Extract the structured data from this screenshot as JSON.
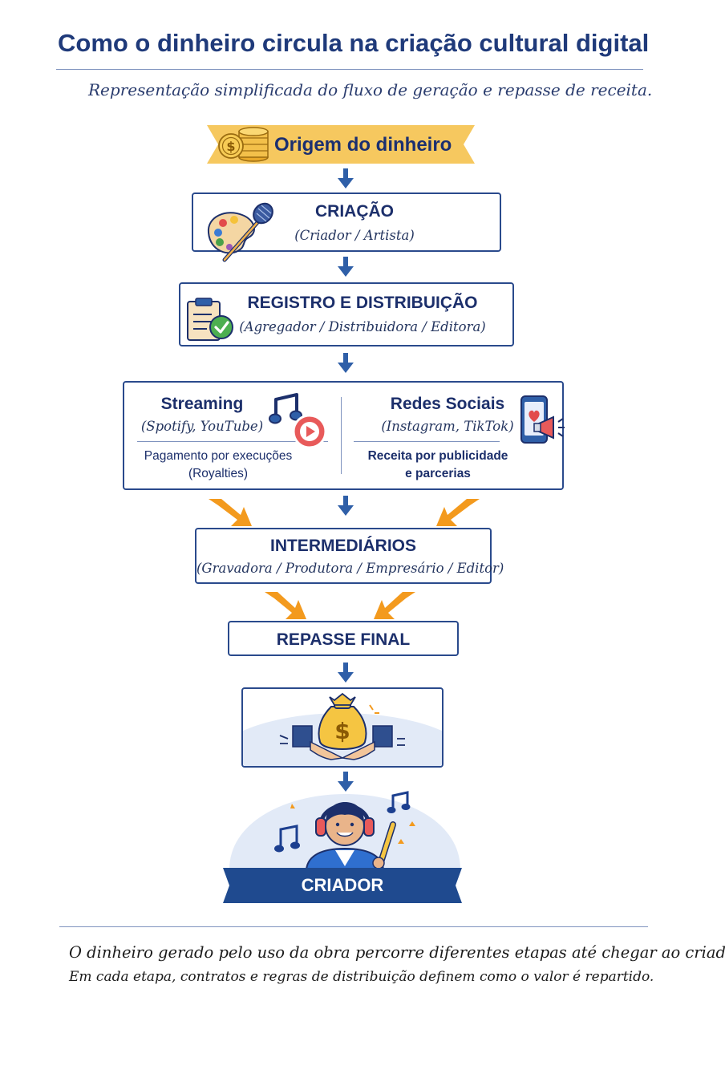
{
  "header": {
    "title": "Como o dinheiro circula na criação cultural digital",
    "subtitle": "Representação simplificada do fluxo de geração e repasse de receita."
  },
  "banner": {
    "label": "Origem do dinheiro",
    "icon": "coins-icon"
  },
  "steps": {
    "criacao": {
      "title": "CRIAÇÃO",
      "subtitle": "(Criador / Artista)",
      "icons": [
        "palette-icon",
        "microphone-icon"
      ]
    },
    "registro": {
      "title": "REGISTRO E DISTRIBUIÇÃO",
      "subtitle": "(Agregador / Distribuidora / Editora)",
      "icon": "clipboard-check-icon"
    },
    "streaming": {
      "title": "Streaming",
      "subtitle": "(Spotify, YouTube)",
      "line1": "Pagamento por execuções",
      "line2": "(Royalties)",
      "icon": "music-play-icon"
    },
    "redes": {
      "title": "Redes Sociais",
      "subtitle": "(Instagram, TikTok)",
      "line1": "Receita por publicidade",
      "line2": "e parcerias",
      "icon": "phone-megaphone-icon"
    },
    "intermediarios": {
      "title": "INTERMEDIÁRIOS",
      "subtitle": "(Gravadora / Produtora / Empresário / Editor)"
    },
    "repasse": {
      "title": "REPASSE FINAL",
      "icon": "money-bag-handshake-icon"
    },
    "criador": {
      "label": "CRIADOR",
      "icon": "creator-headphones-icon"
    }
  },
  "footer": {
    "line1": "O dinheiro gerado pelo uso da obra percorre diferentes etapas até chegar ao criador.",
    "line2": "Em cada etapa, contratos e regras de distribuição definem como o valor é repartido."
  },
  "colors": {
    "navy": "#1f3a7a",
    "border": "#2a4a8c",
    "arrow_blue": "#2f5fa8",
    "arrow_orange": "#f39a1e",
    "banner_gold": "#f6c85f"
  }
}
